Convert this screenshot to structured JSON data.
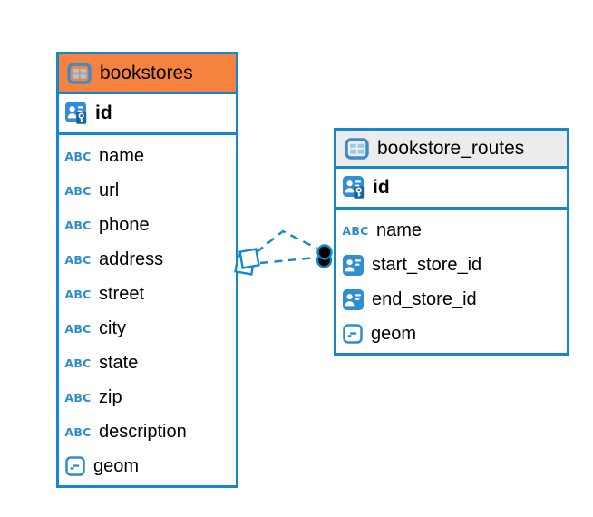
{
  "palette": {
    "accent_blue": "#1588c9",
    "header_orange": "#f5823e",
    "header_gray": "#ececec",
    "icon_blue": "#2e8ecd",
    "icon_fill_blue": "#2f8fd2",
    "key_badge_blue": "#15639f",
    "text_black": "#000000"
  },
  "tables": {
    "bookstores": {
      "title": "bookstores",
      "primary_key": {
        "label": "id",
        "type": "primary-key"
      },
      "fields": [
        {
          "label": "name",
          "type": "text"
        },
        {
          "label": "url",
          "type": "text"
        },
        {
          "label": "phone",
          "type": "text"
        },
        {
          "label": "address",
          "type": "text"
        },
        {
          "label": "street",
          "type": "text"
        },
        {
          "label": "city",
          "type": "text"
        },
        {
          "label": "state",
          "type": "text"
        },
        {
          "label": "zip",
          "type": "text"
        },
        {
          "label": "description",
          "type": "text"
        },
        {
          "label": "geom",
          "type": "geometry"
        }
      ]
    },
    "bookstore_routes": {
      "title": "bookstore_routes",
      "primary_key": {
        "label": "id",
        "type": "primary-key"
      },
      "fields": [
        {
          "label": "name",
          "type": "text"
        },
        {
          "label": "start_store_id",
          "type": "foreign-key"
        },
        {
          "label": "end_store_id",
          "type": "foreign-key"
        },
        {
          "label": "geom",
          "type": "geometry"
        }
      ]
    }
  },
  "relationships": [
    {
      "from": "bookstore_routes.start_store_id",
      "to": "bookstores.id",
      "line_style": "dashed",
      "source_marker": "square",
      "target_marker": "circle"
    },
    {
      "from": "bookstore_routes.end_store_id",
      "to": "bookstores.id",
      "line_style": "dashed",
      "source_marker": "square",
      "target_marker": "circle"
    }
  ],
  "abc_icon_text": "ABC"
}
